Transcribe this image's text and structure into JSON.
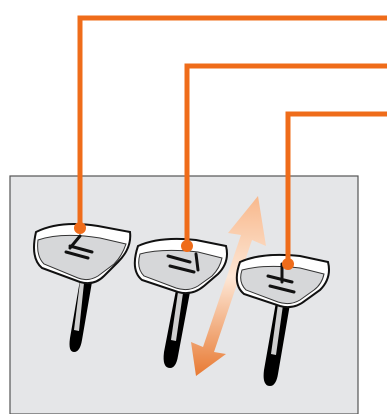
{
  "figure": {
    "description_labels": [],
    "colors": {
      "callout_line": "#ef6c1a",
      "panel_fill": "#e5e6e8",
      "panel_stroke": "#555555",
      "lever_outline": "#1a1a1a",
      "lever_face": "#ffffff",
      "lever_shade": "#d2d3d5",
      "stem_dark": "#111111",
      "stem_light": "#cfcfcf",
      "arrow_top": "#f5a777",
      "arrow_bottom": "#e87a33"
    },
    "levers": [
      {
        "id": "lever-left",
        "icon": "seat-recline-icon"
      },
      {
        "id": "lever-middle",
        "icon": "seat-forward-icon"
      },
      {
        "id": "lever-right",
        "icon": "seat-height-icon"
      }
    ],
    "adjust_arrow": {
      "icon": "up-down-arrow-icon"
    }
  }
}
